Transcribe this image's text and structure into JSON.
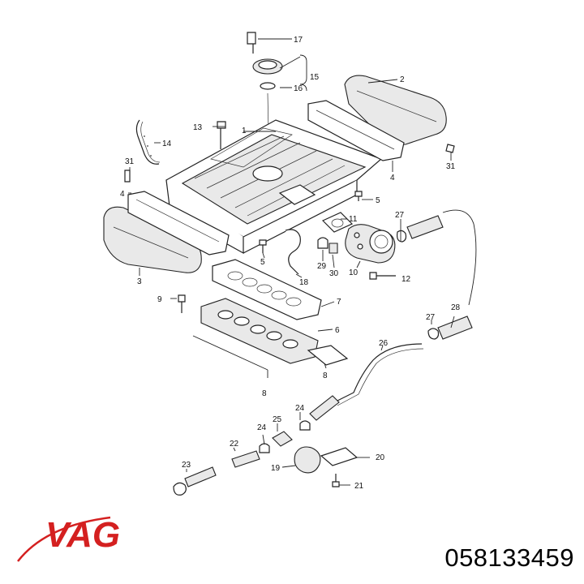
{
  "brand": {
    "name": "VAG",
    "color": "#d42020"
  },
  "part_number": "058133459",
  "callouts": [
    {
      "id": "c1",
      "label": "1"
    },
    {
      "id": "c2",
      "label": "2"
    },
    {
      "id": "c3",
      "label": "3"
    },
    {
      "id": "c4a",
      "label": "4"
    },
    {
      "id": "c4b",
      "label": "4"
    },
    {
      "id": "c5a",
      "label": "5"
    },
    {
      "id": "c5b",
      "label": "5"
    },
    {
      "id": "c6",
      "label": "6"
    },
    {
      "id": "c7",
      "label": "7"
    },
    {
      "id": "c8a",
      "label": "8"
    },
    {
      "id": "c8b",
      "label": "8"
    },
    {
      "id": "c9",
      "label": "9"
    },
    {
      "id": "c10",
      "label": "10"
    },
    {
      "id": "c11",
      "label": "11"
    },
    {
      "id": "c12",
      "label": "12"
    },
    {
      "id": "c13",
      "label": "13"
    },
    {
      "id": "c14",
      "label": "14"
    },
    {
      "id": "c15",
      "label": "15"
    },
    {
      "id": "c16",
      "label": "16"
    },
    {
      "id": "c17",
      "label": "17"
    },
    {
      "id": "c18",
      "label": "18"
    },
    {
      "id": "c19",
      "label": "19"
    },
    {
      "id": "c20",
      "label": "20"
    },
    {
      "id": "c21",
      "label": "21"
    },
    {
      "id": "c22",
      "label": "22"
    },
    {
      "id": "c23",
      "label": "23"
    },
    {
      "id": "c24a",
      "label": "24"
    },
    {
      "id": "c24b",
      "label": "24"
    },
    {
      "id": "c25",
      "label": "25"
    },
    {
      "id": "c26",
      "label": "26"
    },
    {
      "id": "c27a",
      "label": "27"
    },
    {
      "id": "c27b",
      "label": "27"
    },
    {
      "id": "c28",
      "label": "28"
    },
    {
      "id": "c29",
      "label": "29"
    },
    {
      "id": "c30",
      "label": "30"
    },
    {
      "id": "c31a",
      "label": "31"
    },
    {
      "id": "c31b",
      "label": "31"
    }
  ]
}
